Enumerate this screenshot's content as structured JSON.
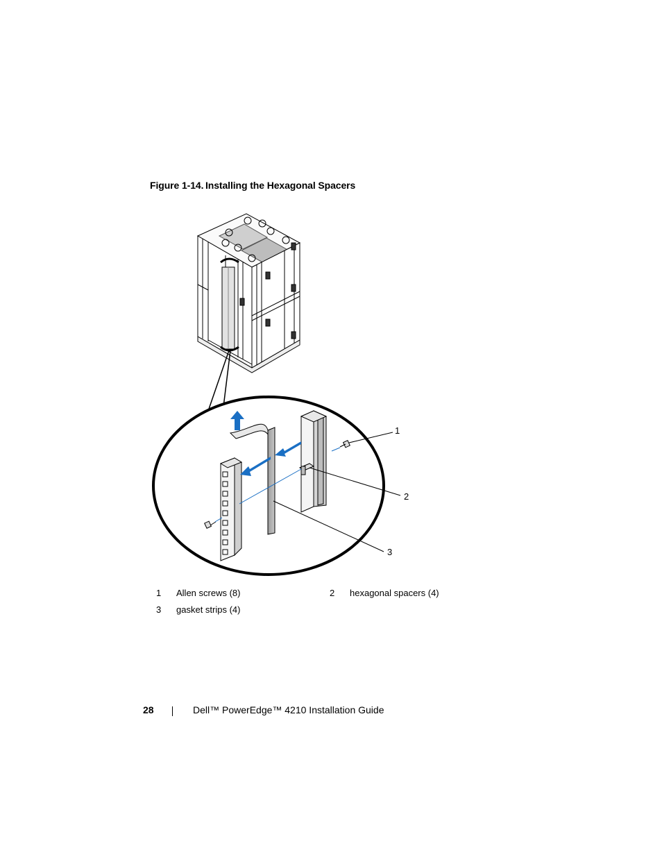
{
  "figure": {
    "number": "Figure 1-14.",
    "title": "Installing the Hexagonal Spacers",
    "callouts": [
      "1",
      "2",
      "3"
    ]
  },
  "legend": [
    {
      "num": "1",
      "text": "Allen screws (8)"
    },
    {
      "num": "2",
      "text": "hexagonal spacers (4)"
    },
    {
      "num": "3",
      "text": "gasket strips (4)"
    }
  ],
  "footer": {
    "page_number": "28",
    "guide_title": "Dell™ PowerEdge™ 4210 Installation Guide"
  },
  "colors": {
    "arrow": "#1a6fc4",
    "line": "#000000",
    "panel": "#d8d8d8",
    "panel_dark": "#a9a9a9"
  }
}
